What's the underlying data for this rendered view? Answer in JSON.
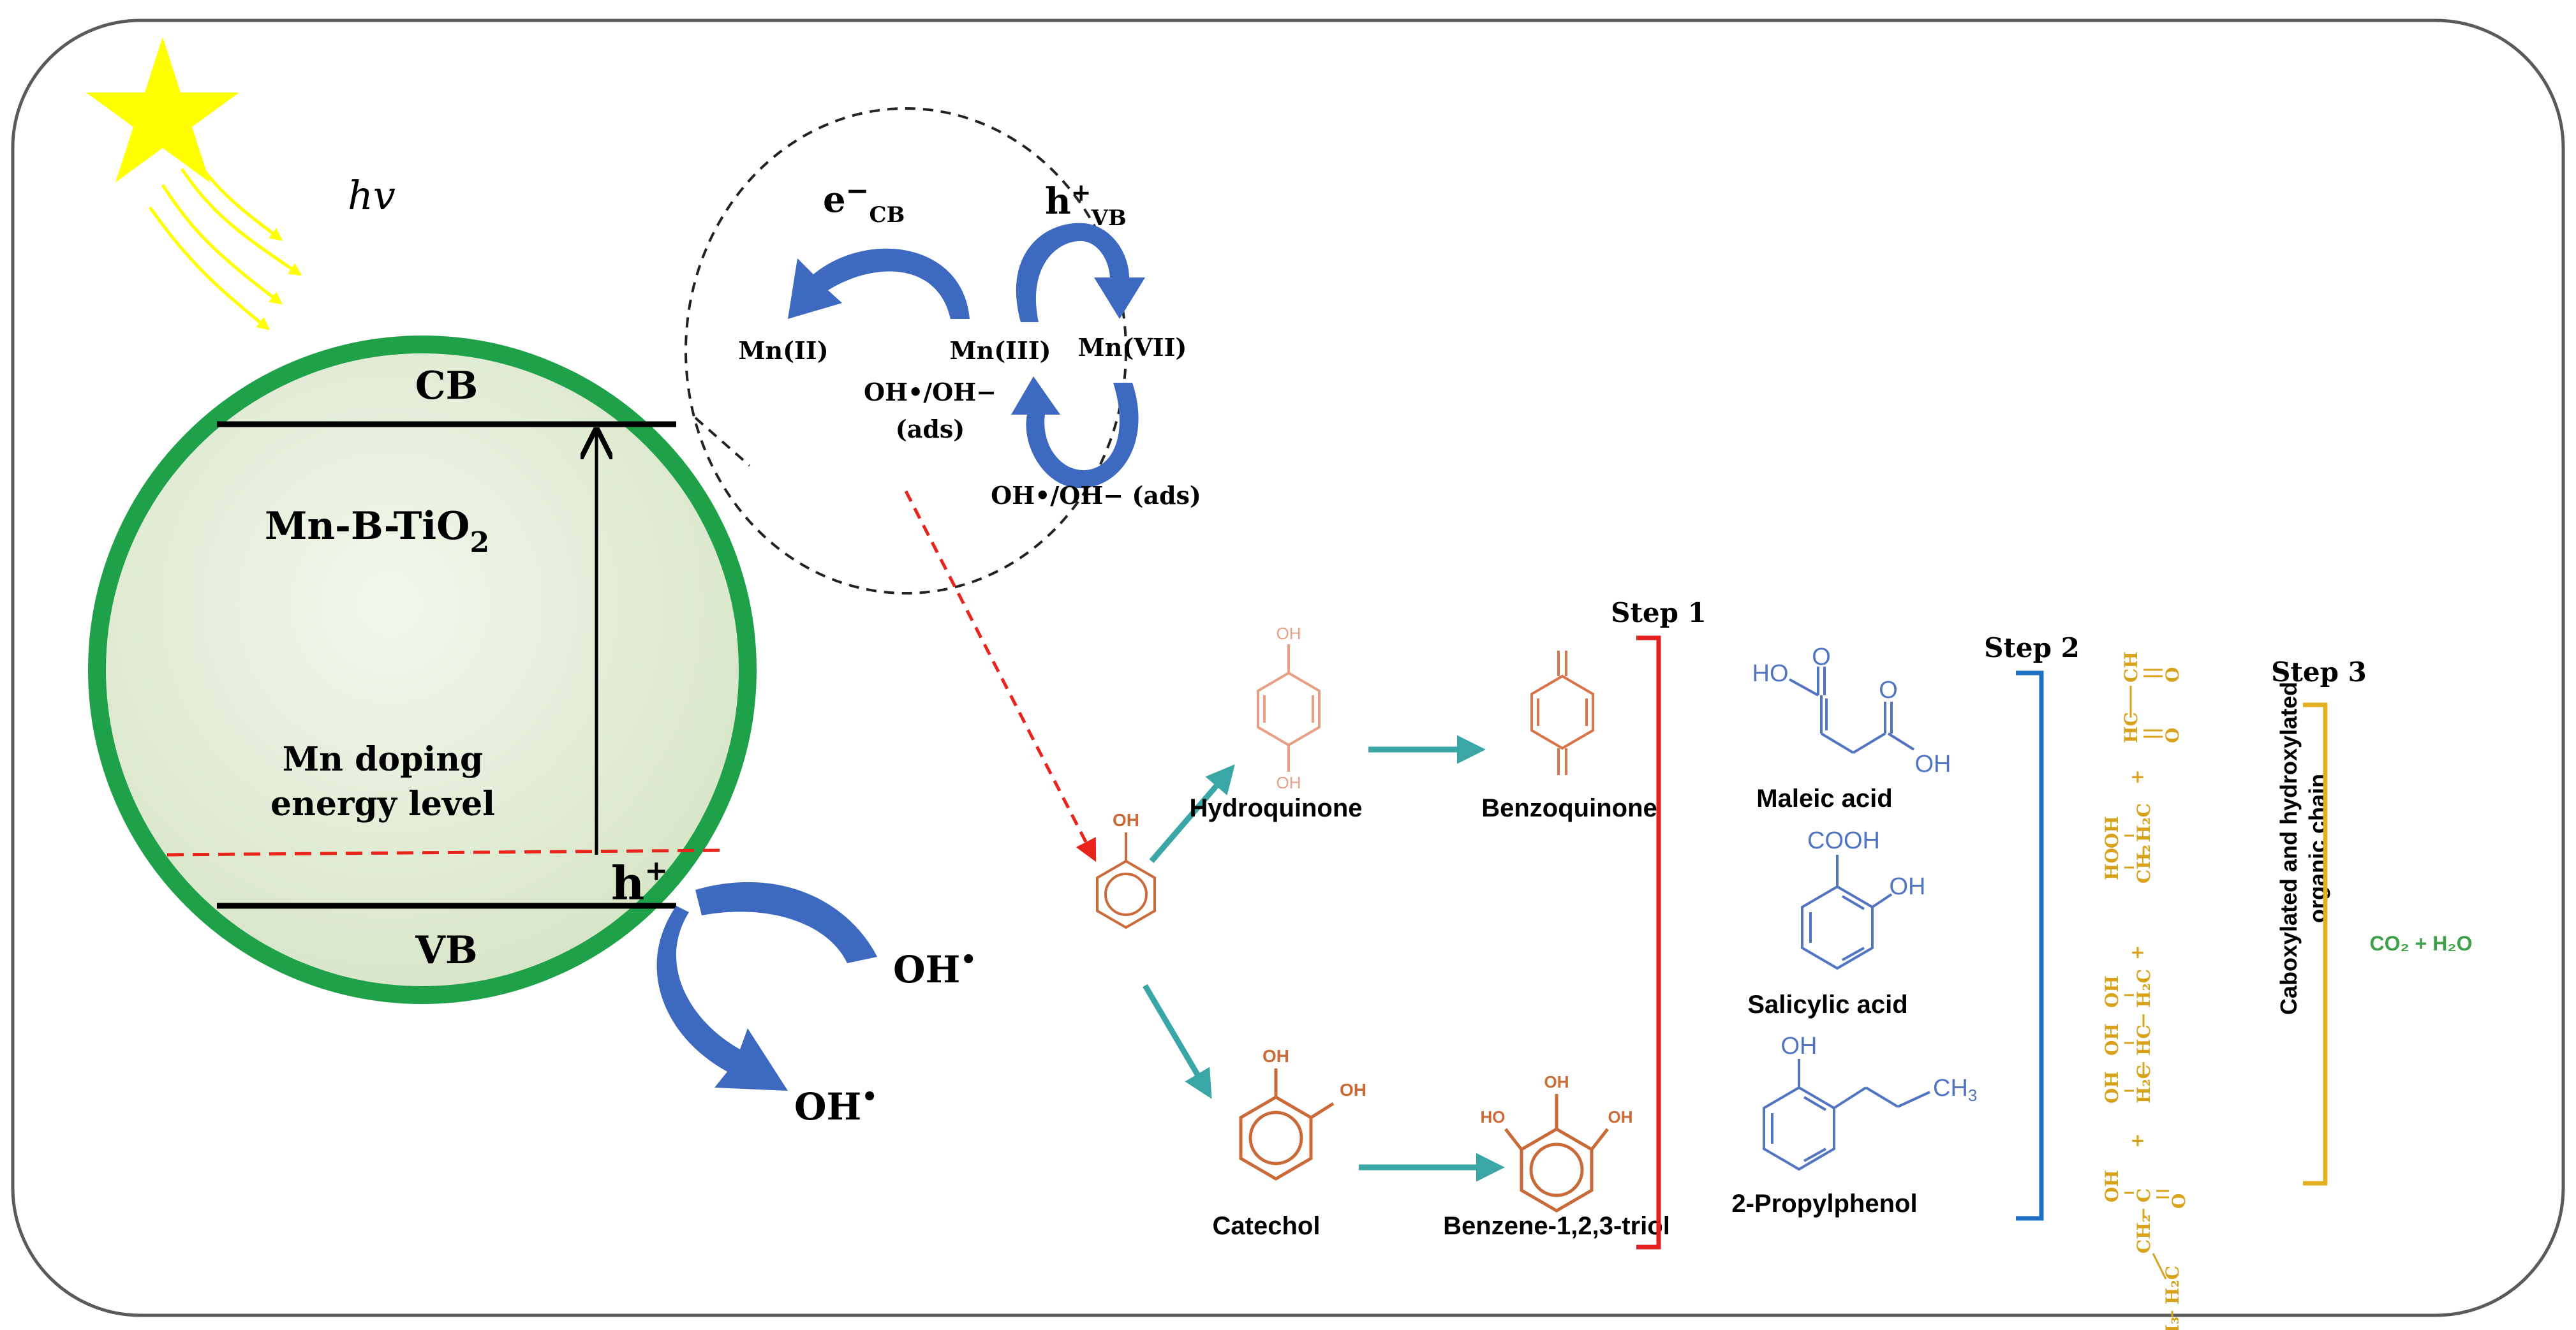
{
  "colors": {
    "frame": "#5a5a5a",
    "particle_fill": "#e3ecd5",
    "particle_ring": "#1fa14a",
    "sun": "#ffff00",
    "mn_arrow": "#3d6ac0",
    "red_dash": "#e8241c",
    "teal_arrow": "#3aa6a6",
    "hydroquinone": "#e8a085",
    "benzoquinone": "#d9734a",
    "catechol": "#c96a38",
    "blue_struct": "#5275c2",
    "step1_bracket": "#e52020",
    "step2_bracket": "#1f6fc4",
    "step3_bracket": "#e5b020",
    "gold_struct": "#d9a21b",
    "co2_green": "#3fa04a"
  },
  "light": {
    "label": "hv"
  },
  "particle": {
    "cb": "CB",
    "vb": "VB",
    "material_main": "Mn-B-TiO",
    "material_sub": "2",
    "doping_line1": "Mn doping",
    "doping_line2": "energy level",
    "hole_main": "h",
    "hole_sup": "+"
  },
  "radicals": {
    "oh_right": "OH",
    "oh_lower": "OH",
    "dot": "•"
  },
  "mechanism": {
    "e_main": "e",
    "e_minus": "−",
    "e_sub": "CB",
    "h_main": "h",
    "h_sup": "+",
    "h_sub": "VB",
    "mn2": "Mn(II)",
    "mn3": "Mn(III)",
    "mn7": "Mn(VII)",
    "oh_ads_line1": "OH•/OH−",
    "oh_ads_line2": "(ads)",
    "oh_ads_bottom": "OH•/OH− (ads)"
  },
  "pathway": {
    "phenol_oh": "OH",
    "hydroquinone": "Hydroquinone",
    "benzoquinone": "Benzoquinone",
    "catechol": "Catechol",
    "triol": "Benzene-1,2,3-triol",
    "maleic_acid": "Maleic acid",
    "salicylic_acid": "Salicylic acid",
    "propylphenol": "2-Propylphenol",
    "oh": "OH",
    "ho": "HO",
    "cooh": "COOH",
    "ch3": "CH3",
    "step1": "Step 1",
    "step2": "Step 2",
    "step3": "Step 3",
    "chain_line1": "Caboxylated and hydroxylated",
    "chain_line2": "organic chain",
    "products": "CO₂ + H₂O",
    "chain_plus": "+"
  }
}
